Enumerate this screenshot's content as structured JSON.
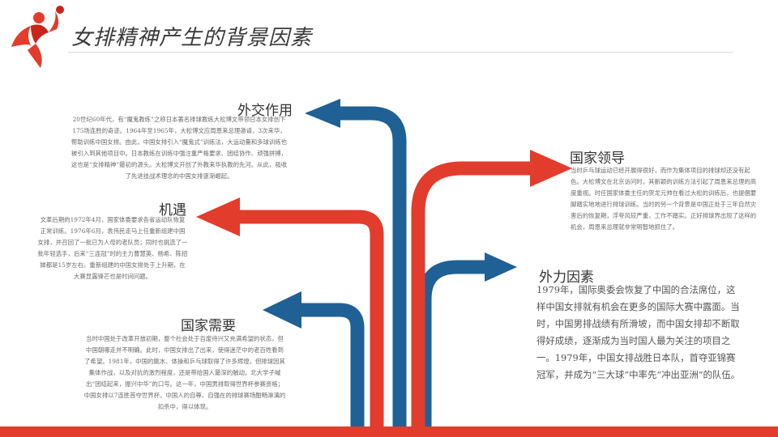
{
  "title": "女排精神产生的背景因素",
  "sections": {
    "diplomacy": {
      "heading": "外交作用",
      "text": "20世纪60年代，有“魔鬼教练”之称日本著名排球教练大松博文带领日本女排创下175场连胜的奇迹。1964年至1965年，大松博文应周恩来总理邀请，3次来华，帮助训练中国女排。由此，中国女排引入“魔鬼式”训练法，大运动量和多球训练也被引入到其他项目中。日本教练在训练中强注重严格要求、团结协作、顽强拼搏，这也是“女排精神”最初的源头。大松博文开创了外教来华执教的先河。从此，吸收了先进技战术理念的中国女排逐渐崛起。"
    },
    "opportunity": {
      "heading": "机遇",
      "text": "文革后期的1972年4月，国家体委要求各省运动队恢复正常训练。1976年6月，袁伟民走马上任重新组建中国女排，并召回了一批已为人母的老队员；同时也挑选了一批年轻选手，后来“三连冠”时的主力曹慧英、杨希、陈招娣都是15岁左右。重新组建的中国女排处于上升期，在大赛显露锋芒也是时间问题。"
    },
    "national_need": {
      "heading": "国家需要",
      "text": "当时中国处于改革开放初期，整个社会处于百废待兴又充满希望的状态，但中国朝哪走并不明确。此时，中国女排出了出来，使得迷茫中的老百姓看到了希望。1981年，中国的跳水、体操和乒乓球取得了许多辉煌，但排球因其集体作战，以及对抗的激烈程度，还是带给国人最深的触动。北大学子喊出“团结起来，振兴中华”的口号。这一年，中国男排取得世界杯参赛资格；中国女排以7连胜首夺世界杯。中国人的自尊、自强在的排球赛场酣畅淋漓的扣杀中，得以体现。"
    },
    "leadership": {
      "heading": "国家领导",
      "text": "当时乒乓球运动已经开展得很好，而作为集体项目的排球却还没有起色。大松博文在北京访问时，其新颖的训练方法引起了周恩来总理的高度重视。时任国家体委主任的贺龙元帅在看过大松的训练后，也提倡要脚踏实地地进行排球训练。当时的另一个背景是中国正处于三年自然灾害后的恢复期，浮夸风较严重，工作不踏实。正好排球界出现了这样的机会，周恩来总理就非常明智地抓住了。"
    },
    "external": {
      "heading": "外力因素",
      "text": "1979年，国际奥委会恢复了中国的合法席位，这样中国女排就有机会在更多的国际大赛中露面。当时，中国男排战绩有所滑坡，而中国女排却不断取得好成绩，逐渐成为当时国人最为关注的项目之一。1979年，中国女排战胜日本队，首夺亚锦赛冠军，并成为“三大球”中率先“冲出亚洲”的队伍。"
    }
  },
  "colors": {
    "red": "#e23c2c",
    "blue": "#1f6095"
  }
}
